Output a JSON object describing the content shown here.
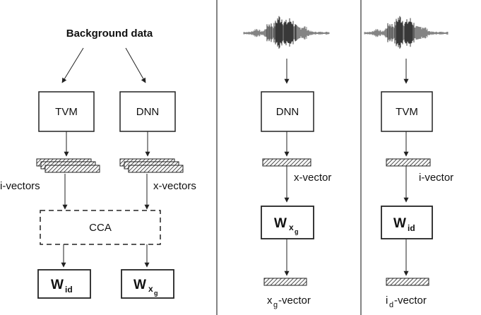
{
  "left_panel": {
    "title": "Background data",
    "tvm": "TVM",
    "dnn": "DNN",
    "ivectors_label": "i-vectors",
    "xvectors_label": "x-vectors",
    "cca": "CCA",
    "w_id": {
      "main": "W",
      "sub": "id"
    },
    "w_xg": {
      "main": "W",
      "sub": "x",
      "subsub": "g"
    }
  },
  "middle_panel": {
    "dnn": "DNN",
    "xvector_label": "x-vector",
    "w_xg": {
      "main": "W",
      "sub": "x",
      "subsub": "g"
    },
    "output_label": {
      "main": "x",
      "sub": "g",
      "rest": "-vector"
    }
  },
  "right_panel": {
    "tvm": "TVM",
    "ivector_label": "i-vector",
    "w_id": {
      "main": "W",
      "sub": "id"
    },
    "output_label": {
      "main": "i",
      "sub": "d",
      "rest": "-vector"
    }
  }
}
